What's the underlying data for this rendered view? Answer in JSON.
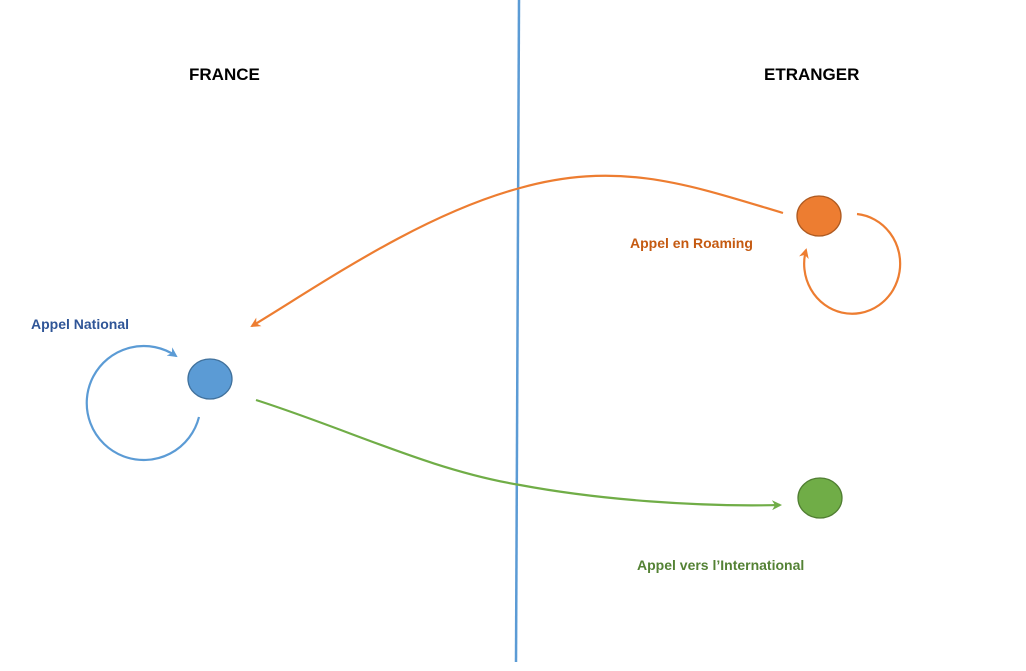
{
  "regions": {
    "left": "FRANCE",
    "right": "ETRANGER"
  },
  "labels": {
    "national": "Appel National",
    "roaming": "Appel en Roaming",
    "international": "Appel vers l’International"
  },
  "colors": {
    "national": "#5b9bd5",
    "national_text": "#2f5597",
    "roaming": "#ed7d31",
    "roaming_text": "#c55a11",
    "international": "#70ad47",
    "international_text": "#548235",
    "divider": "#5b9bd5"
  }
}
